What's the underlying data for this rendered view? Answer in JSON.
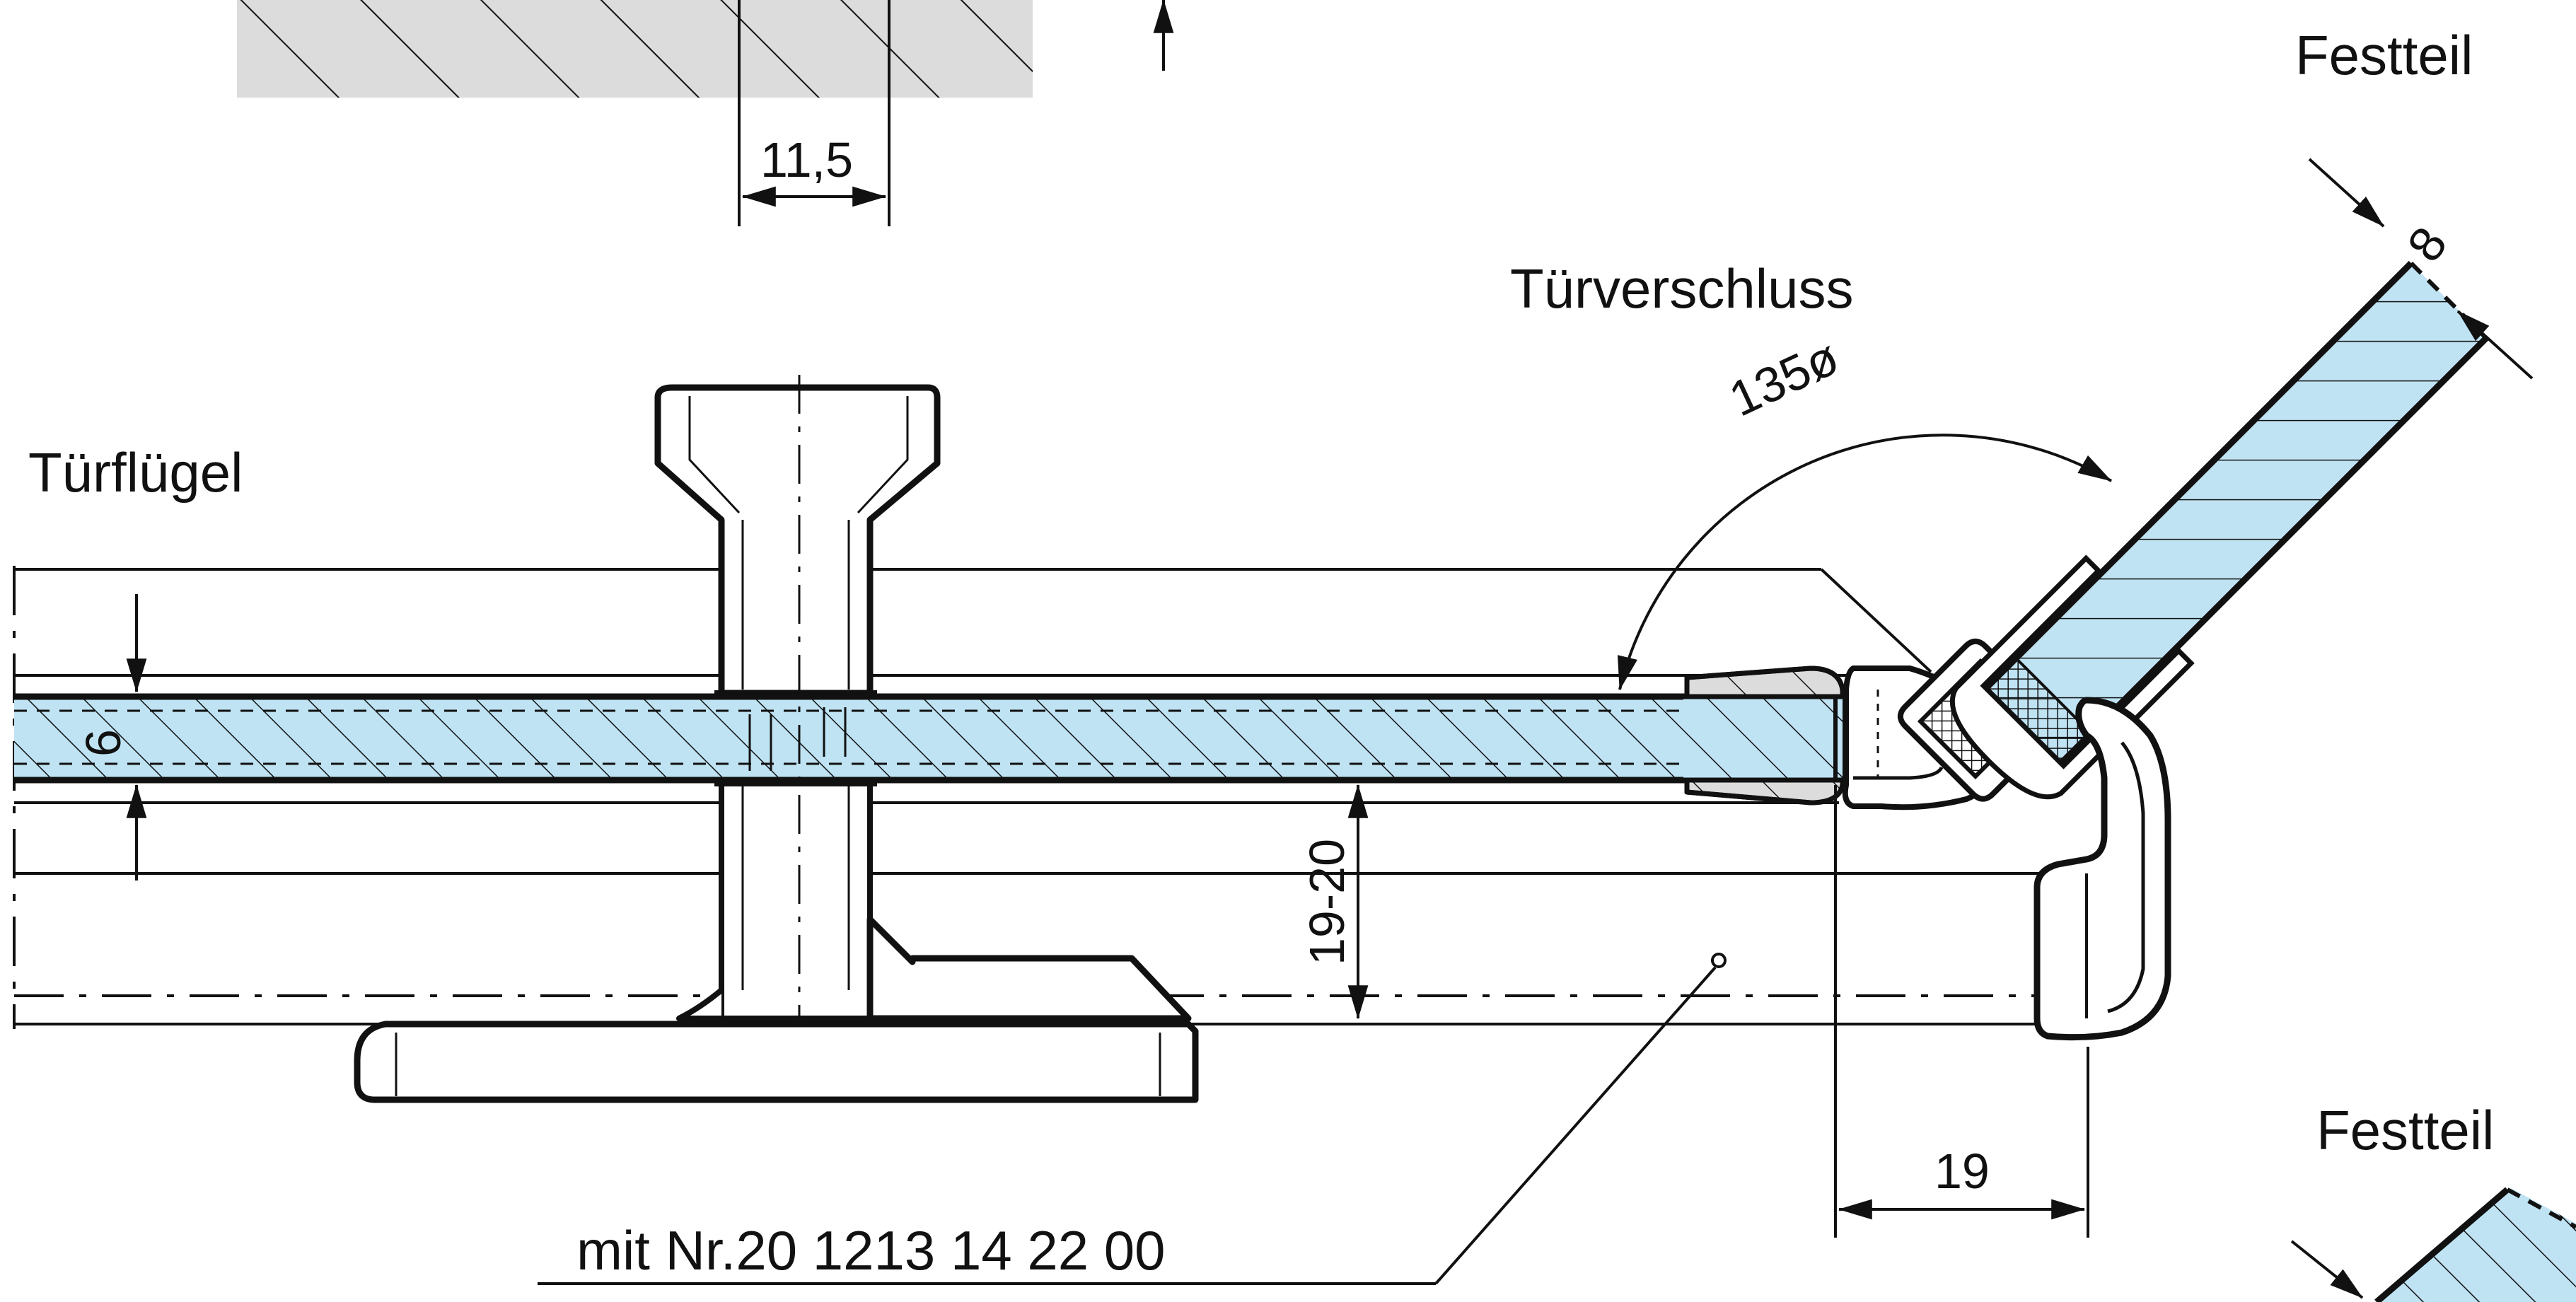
{
  "labels": {
    "festteil_top": "Festteil",
    "festteil_bottom": "Festteil",
    "turverschluss": "Türverschluss",
    "turflugel": "Türflügel",
    "part_number": "mit Nr.20 1213 14 22 00"
  },
  "dimensions": {
    "width_11_5": "11,5",
    "angle_135": "135ø",
    "glass_8": "8",
    "glass_6": "6",
    "gap_19_20": "19-20",
    "offset_19": "19"
  },
  "colors": {
    "glass_fill": "#bfe3f3",
    "hatch_gray": "#dcdcdc",
    "line": "#111111"
  }
}
